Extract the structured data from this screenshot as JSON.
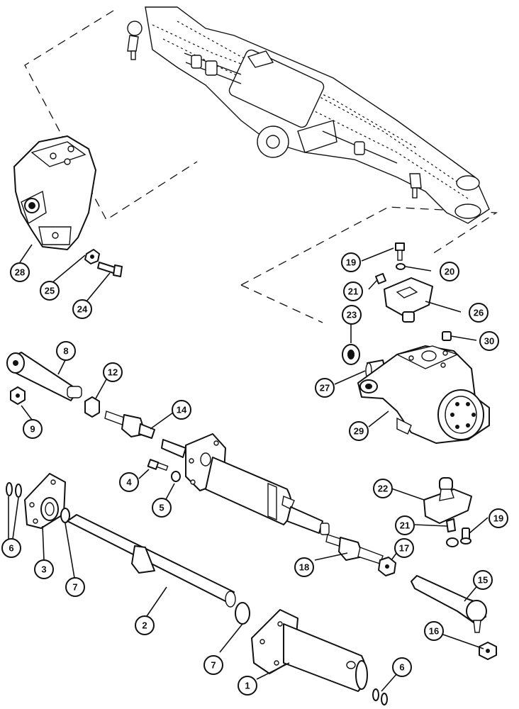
{
  "callouts": [
    {
      "id": "c28",
      "label": "28"
    },
    {
      "id": "c25",
      "label": "25"
    },
    {
      "id": "c24",
      "label": "24"
    },
    {
      "id": "c19a",
      "label": "19"
    },
    {
      "id": "c20",
      "label": "20"
    },
    {
      "id": "c21a",
      "label": "21"
    },
    {
      "id": "c26",
      "label": "26"
    },
    {
      "id": "c23",
      "label": "23"
    },
    {
      "id": "c30",
      "label": "30"
    },
    {
      "id": "c27",
      "label": "27"
    },
    {
      "id": "c29",
      "label": "29"
    },
    {
      "id": "c8",
      "label": "8"
    },
    {
      "id": "c12",
      "label": "12"
    },
    {
      "id": "c14",
      "label": "14"
    },
    {
      "id": "c9",
      "label": "9"
    },
    {
      "id": "c4",
      "label": "4"
    },
    {
      "id": "c5",
      "label": "5"
    },
    {
      "id": "c22",
      "label": "22"
    },
    {
      "id": "c21b",
      "label": "21"
    },
    {
      "id": "c19b",
      "label": "19"
    },
    {
      "id": "c6a",
      "label": "6"
    },
    {
      "id": "c3",
      "label": "3"
    },
    {
      "id": "c7a",
      "label": "7"
    },
    {
      "id": "c18",
      "label": "18"
    },
    {
      "id": "c17",
      "label": "17"
    },
    {
      "id": "c15",
      "label": "15"
    },
    {
      "id": "c2",
      "label": "2"
    },
    {
      "id": "c16",
      "label": "16"
    },
    {
      "id": "c7b",
      "label": "7"
    },
    {
      "id": "c1",
      "label": "1"
    },
    {
      "id": "c6b",
      "label": "6"
    }
  ]
}
